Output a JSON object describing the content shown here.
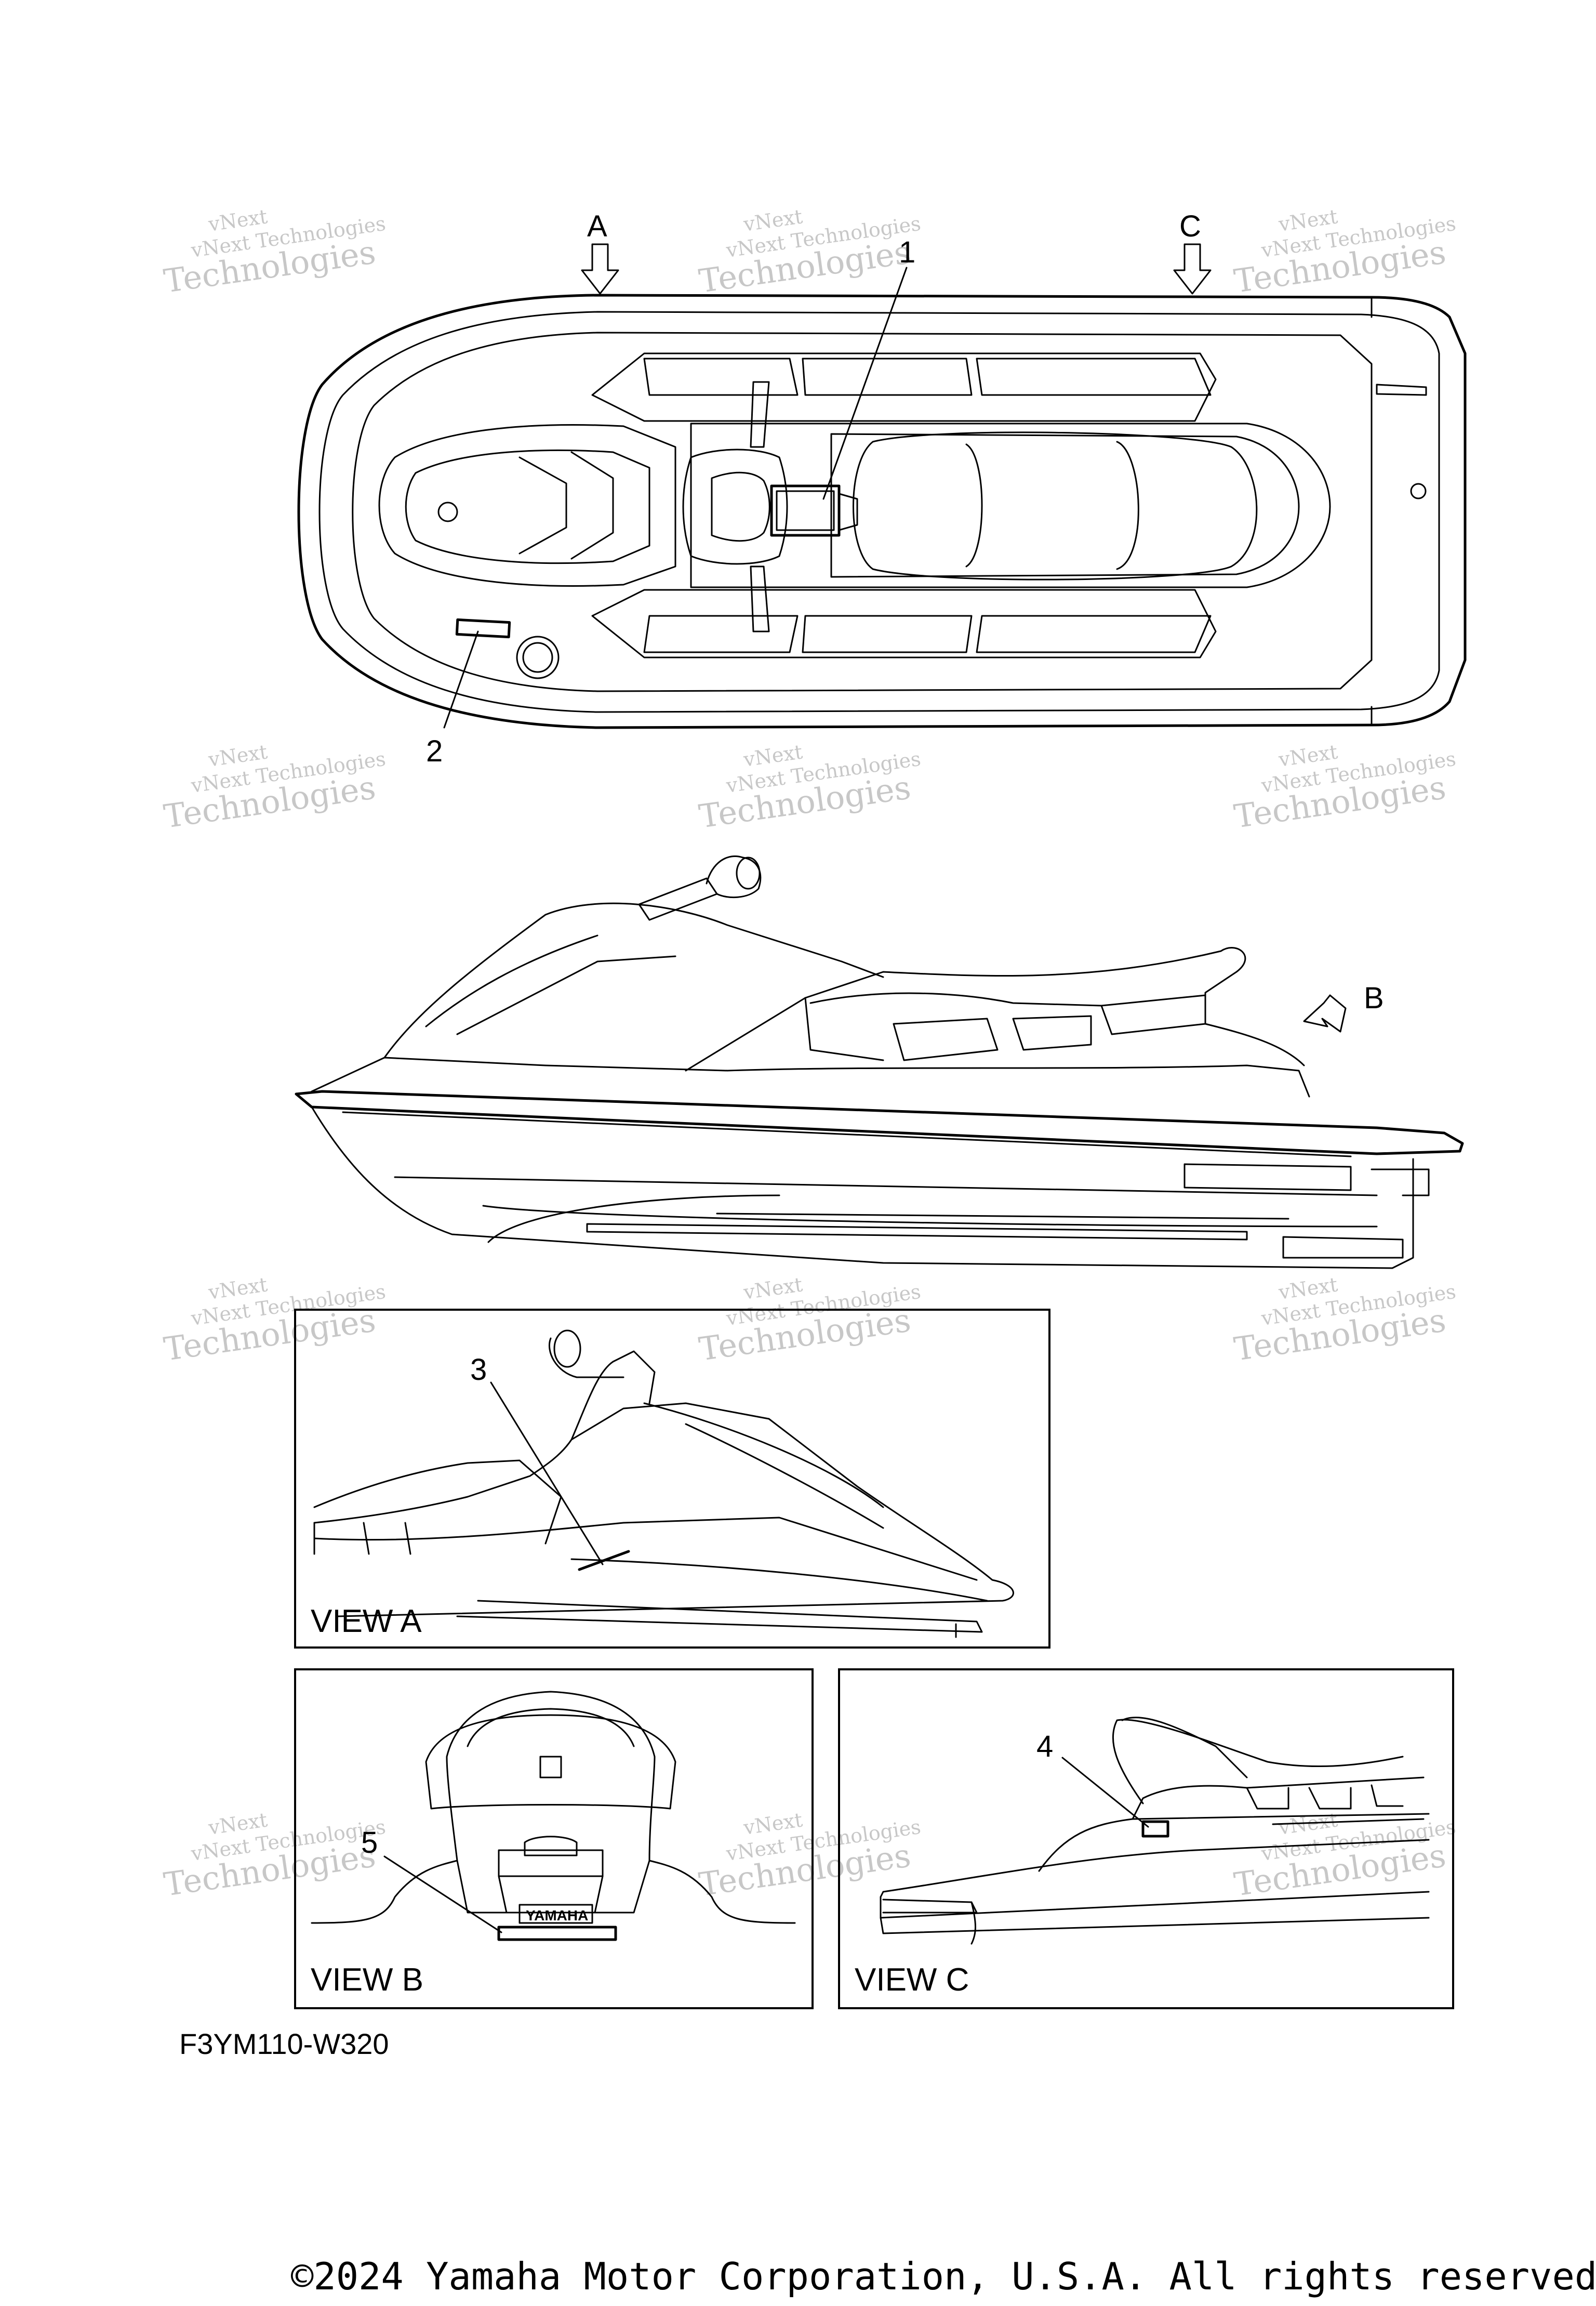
{
  "figure_code": "F3YM110-W320",
  "copyright": "©2024 Yamaha Motor Corporation, U.S.A. All rights reserved.",
  "view_arrows": {
    "a": "A",
    "b": "B",
    "c": "C"
  },
  "callouts": {
    "c1": "1",
    "c2": "2",
    "c3": "3",
    "c4": "4",
    "c5": "5"
  },
  "view_labels": {
    "a": "VIEW A",
    "b": "VIEW B",
    "c": "VIEW C"
  },
  "brand_plate": "YAMAHA",
  "watermark": {
    "line1": "vNext Technologies",
    "line2": "Technologies",
    "line3": "vNext"
  }
}
